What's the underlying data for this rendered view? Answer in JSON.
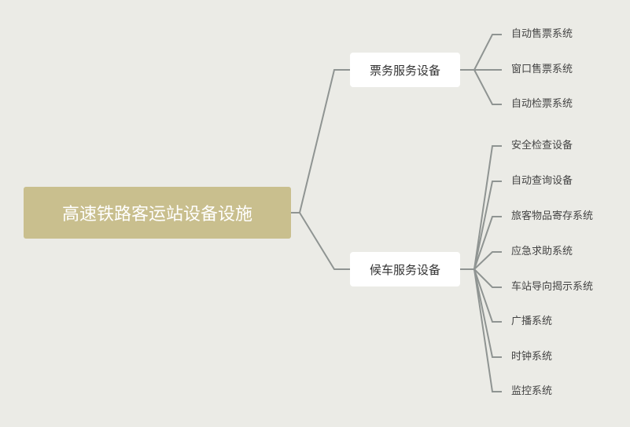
{
  "root": {
    "label": "高速铁路客运站设备设施",
    "color": "#c9bf8e"
  },
  "branches": [
    {
      "label": "票务服务设备",
      "children": [
        "自动售票系统",
        "窗口售票系统",
        "自动检票系统"
      ]
    },
    {
      "label": "候车服务设备",
      "children": [
        "安全检查设备",
        "自动查询设备",
        "旅客物品寄存系统",
        "应急求助系统",
        "车站导向揭示系统",
        "广播系统",
        "时钟系统",
        "监控系统"
      ]
    }
  ]
}
